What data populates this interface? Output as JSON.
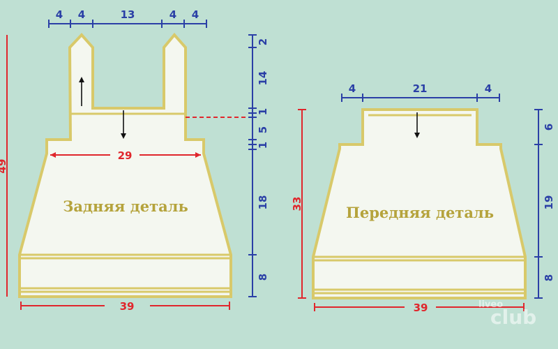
{
  "back_piece": {
    "title": "Задняя деталь",
    "top_widths": [
      "4",
      "4",
      "13",
      "4",
      "4"
    ],
    "right_heights": [
      "2",
      "14",
      "1",
      "5",
      "1",
      "18",
      "8"
    ],
    "total_height": "49",
    "inner_width": "29",
    "bottom_width": "39"
  },
  "front_piece": {
    "title": "Передняя деталь",
    "top_widths": [
      "4",
      "21",
      "4"
    ],
    "right_heights": [
      "6",
      "19",
      "8"
    ],
    "total_height": "33",
    "bottom_width": "39"
  },
  "watermark": {
    "small": "liveo",
    "large": "club"
  },
  "colors": {
    "background": "#bfe0d3",
    "piece_fill": "#f4f7f0",
    "piece_outline": "#d8c96a",
    "dimension_blue": "#2a3fa6",
    "dimension_red": "#e0262c",
    "title_color": "#b5a33c"
  }
}
